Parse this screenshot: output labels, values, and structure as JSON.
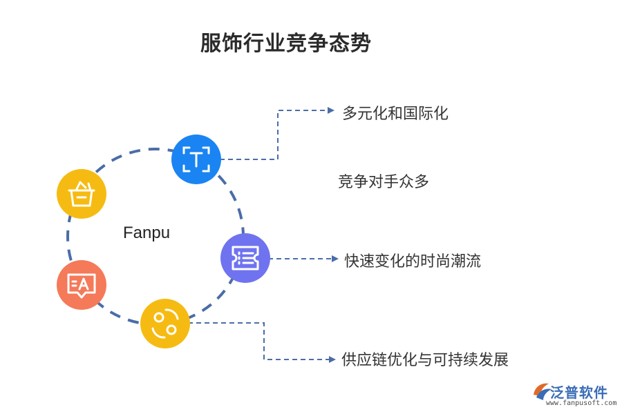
{
  "title": "服饰行业竞争态势",
  "center_label": "Fanpu",
  "items": [
    "多元化和国际化",
    "竞争对手众多",
    "快速变化的时尚潮流",
    "供应链优化与可持续发展"
  ],
  "watermark": {
    "brand": "泛普软件",
    "url": "www.fanpusoft.com"
  },
  "icons": [
    {
      "name": "text-recognition-icon",
      "color": "#1a84f2"
    },
    {
      "name": "ticket-list-icon",
      "color": "#6f73f0"
    },
    {
      "name": "link-circles-icon",
      "color": "#f6bb12"
    },
    {
      "name": "translate-icon",
      "color": "#f47a59"
    },
    {
      "name": "basket-icon",
      "color": "#f6bb12"
    }
  ],
  "colors": {
    "dashed_ring": "#4a6da7",
    "connector": "#4a6da7"
  }
}
